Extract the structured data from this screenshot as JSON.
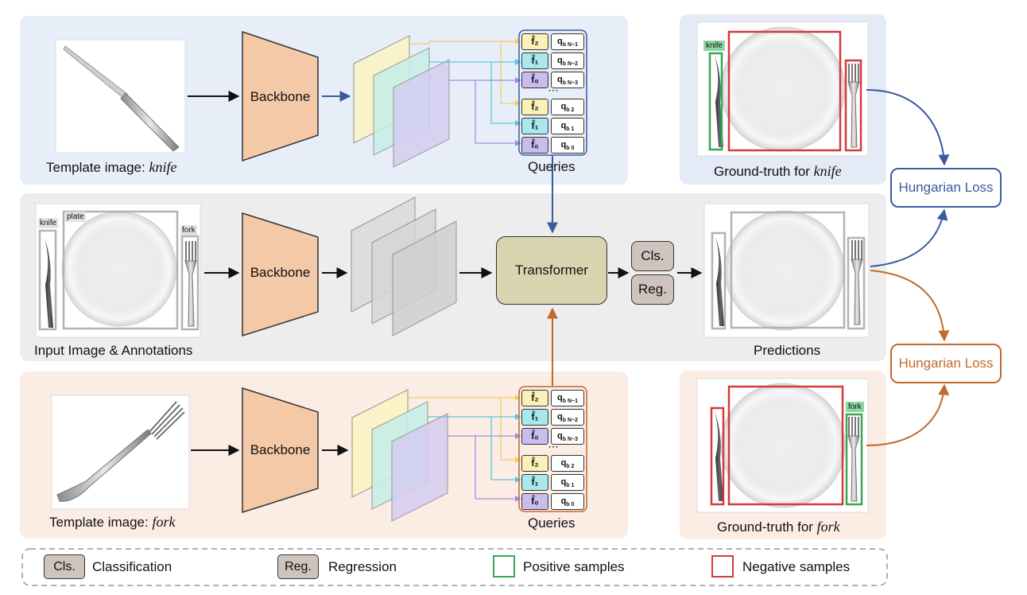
{
  "top_row": {
    "template_caption_prefix": "Template image: ",
    "template_caption_object": "knife",
    "backbone_label": "Backbone",
    "queries_label": "Queries",
    "gt_caption_prefix": "Ground-truth for ",
    "gt_caption_object": "knife",
    "gt_tag": "knife"
  },
  "middle_row": {
    "input_caption": "Input Image & Annotations",
    "backbone_label": "Backbone",
    "transformer_label": "Transformer",
    "cls_label": "Cls.",
    "reg_label": "Reg.",
    "predictions_caption": "Predictions",
    "tag_knife": "knife",
    "tag_plate": "plate",
    "tag_fork": "fork"
  },
  "bottom_row": {
    "template_caption_prefix": "Template image: ",
    "template_caption_object": "fork",
    "backbone_label": "Backbone",
    "queries_label": "Queries",
    "gt_caption_prefix": "Ground-truth for ",
    "gt_caption_object": "fork",
    "gt_tag": "fork"
  },
  "hungarian_loss_top": "Hungarian Loss",
  "hungarian_loss_bottom": "Hungarian Loss",
  "queries": {
    "f2": "f̂₂",
    "f1": "f̂₁",
    "f0": "f̂₀",
    "qN1": "q",
    "qN1_sub": "b N−1",
    "qN2": "q",
    "qN2_sub": "b N−2",
    "qN3": "q",
    "qN3_sub": "b N−3",
    "q2": "q",
    "q2_sub": "b 2",
    "q1": "q",
    "q1_sub": "b 1",
    "q0": "q",
    "q0_sub": "b 0",
    "ellipsis": "⋯"
  },
  "legend": {
    "cls_swatch": "Cls.",
    "cls_text": "Classification",
    "reg_swatch": "Reg.",
    "reg_text": "Regression",
    "positive_text": "Positive samples",
    "negative_text": "Negative samples"
  },
  "colors": {
    "blue_panel": "#e8eef8",
    "gray_panel": "#eeeeee",
    "orange_panel": "#fbece4",
    "backbone_fill": "#f4c9a8",
    "transformer_fill": "#d9d4b0",
    "clsreg_fill": "#cfc3be",
    "blue_arrow": "#3a5aa0",
    "orange_arrow": "#c06a2b",
    "positive": "#3aa655",
    "negative": "#d63a3a"
  }
}
